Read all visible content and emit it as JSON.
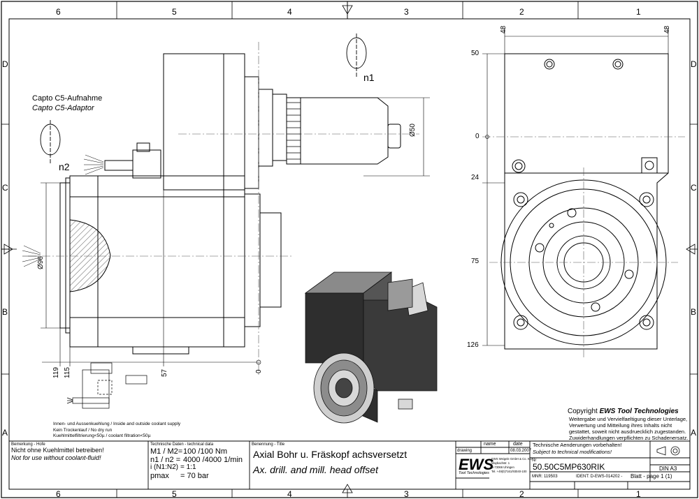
{
  "border_columns": [
    "6",
    "5",
    "4",
    "3",
    "2",
    "1"
  ],
  "border_rows": [
    "D",
    "C",
    "B",
    "A"
  ],
  "labels": {
    "capto_de": "Capto C5-Aufnahme",
    "capto_en": "Capto C5-Adaptor",
    "n1": "n1",
    "n2": "n2",
    "phi50": "Ø50",
    "phi96": "Ø96"
  },
  "dimensions": {
    "bottom": [
      "119",
      "115",
      "57",
      "0"
    ],
    "top": [
      "48",
      "48"
    ],
    "right": [
      "50",
      "0",
      "24",
      "75",
      "126"
    ]
  },
  "coolant_notes": [
    "Innen- und Aussenkuehlung / Inside and outside coolant supply",
    "Kein Trockenlauf / No dry run",
    "Kuehlmittelfiltrierung<50µ / coolant filtration<50µ"
  ],
  "copyright": {
    "line1_prefix": "Copyright ",
    "brand": "EWS",
    "line1_suffix": " Tool Technologies",
    "lines": [
      "Weitergabe und Vervielfaeltigung dieser Unterlage,",
      "Verwertung und Mitteilung ihres Inhalts nicht",
      "gestattet, soweit nicht ausdruecklich zugestanden.",
      "Zuwiderhandlungen verpflichten zu Schadenersatz."
    ]
  },
  "title_block": {
    "remark_label": "Bemerkung - Hofe",
    "remark_de": "Nicht ohne Kuehlmittel betreiben!",
    "remark_en": "Not for use without coolant-fluid!",
    "tech_label": "Technische Daten - technical data",
    "m_label": "M1 / M2=",
    "m_value": "100 /100 Nm",
    "n_label": "n1 / n2 =",
    "n_value": "4000 /4000  1/min",
    "i_label": "i (N1:N2)",
    "i_value": "= 1:1",
    "p_label": "pmax",
    "p_value": "= 70  bar",
    "name_label": "Benennung - Title",
    "title_de": "Axial Bohr u. Fräskopf achsversetzt",
    "title_en": "Ax. drill. and mill. head offset",
    "col_name": "name",
    "col_date": "date",
    "drawing_label": "drawing",
    "drawing_date": "08.03.2007",
    "logo": "EWS",
    "logo_sub": "Tool Technologies",
    "company_lines": [
      "EWS Weigele GmbH & Co. KG",
      "Maybachstr. 1",
      "D-73066 Uhingen",
      "Tel. +49(0)7161/93040-100"
    ],
    "changes_de": "Technische Aenderungen vorbehalten!",
    "changes_en": "Subject to technical modifications!",
    "nr_label": "Nr",
    "part_no": "50.50C5MP630RIK",
    "din": "DIN  A3",
    "mnr": "MNR: 119503",
    "ident": "IDENT: D-EWS-014202 -",
    "sheet": "Blatt - page  1 (1)"
  },
  "colors": {
    "line": "#000000",
    "hidden": "#555555",
    "render_dark": "#2e2e2e",
    "render_mid": "#8a8a8a",
    "render_light": "#d8d8d8"
  }
}
